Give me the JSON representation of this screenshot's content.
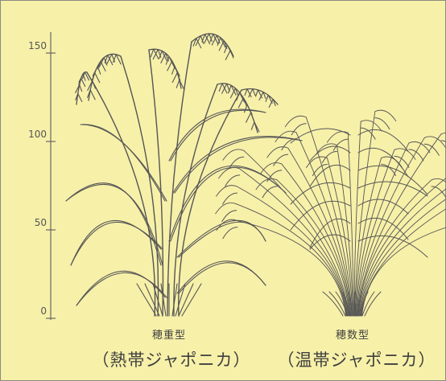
{
  "axis": {
    "unit_mark": "",
    "ticks": [
      "0",
      "50",
      "100",
      "150"
    ]
  },
  "plants": [
    {
      "type_label": "穂重型",
      "group_label": "（熱帯ジャポニカ）"
    },
    {
      "type_label": "穂数型",
      "group_label": "（温帯ジャポニカ）"
    }
  ],
  "colors": {
    "background": "#f7f0a9",
    "ink": "#555555",
    "border": "#8a8a80"
  }
}
